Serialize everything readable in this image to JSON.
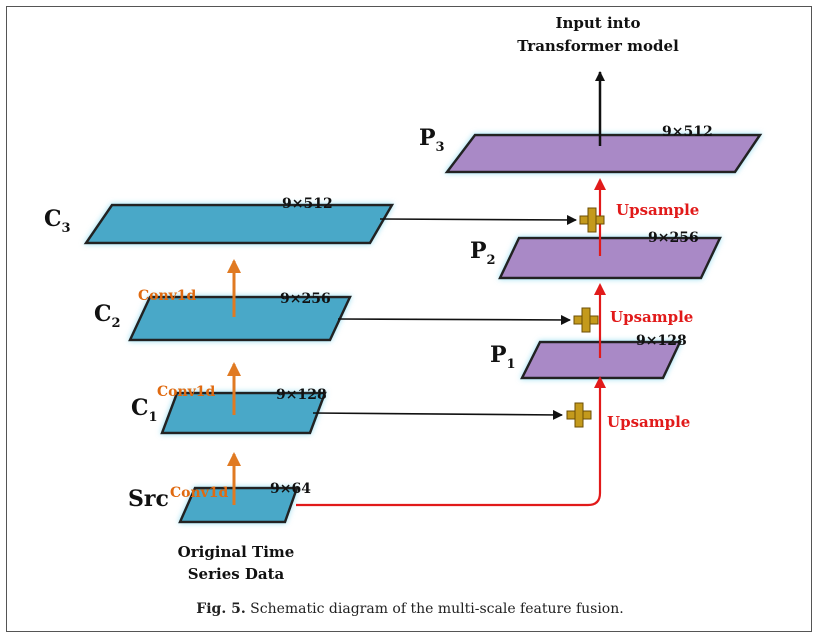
{
  "diagram": {
    "top_label": [
      "Input into",
      "Transformer model"
    ],
    "left_layers": [
      {
        "name": "Src",
        "sub": "",
        "dim": "9×64",
        "conv": "Conv1d"
      },
      {
        "name": "C",
        "sub": "1",
        "dim": "9×128",
        "conv": "Conv1d"
      },
      {
        "name": "C",
        "sub": "2",
        "dim": "9×256",
        "conv": "Conv1d"
      },
      {
        "name": "C",
        "sub": "3",
        "dim": "9×512",
        "conv": ""
      }
    ],
    "right_layers": [
      {
        "name": "P",
        "sub": "1",
        "dim": "9×128"
      },
      {
        "name": "P",
        "sub": "2",
        "dim": "9×256"
      },
      {
        "name": "P",
        "sub": "3",
        "dim": "9×512"
      }
    ],
    "upsample_labels": [
      "Upsample",
      "Upsample",
      "Upsample"
    ],
    "bottom_label": [
      "Original Time",
      "Series Data"
    ],
    "colors": {
      "left_fill": "#4aa8c8",
      "right_fill": "#a989c6",
      "conv_arrow": "#e07a22",
      "upsample_arrow": "#e11a1a",
      "plus": "#c49a1c"
    }
  },
  "caption": {
    "prefix": "Fig. 5.",
    "text": "Schematic diagram of the multi-scale feature fusion."
  }
}
